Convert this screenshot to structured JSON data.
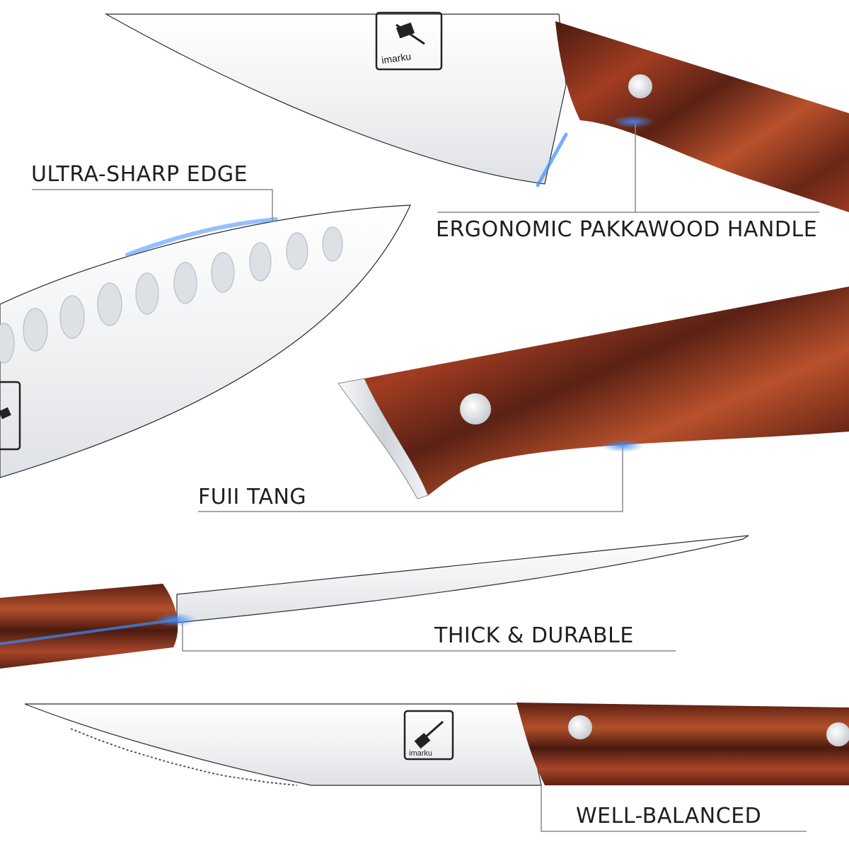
{
  "features": [
    {
      "id": "ultra-sharp-edge",
      "label": "ULTRA-SHARP EDGE"
    },
    {
      "id": "ergonomic-handle",
      "label": "ERGONOMIC PAKKAWOOD HANDLE"
    },
    {
      "id": "full-tang",
      "label": "FUII TANG"
    },
    {
      "id": "thick-durable",
      "label": "THICK & DURABLE"
    },
    {
      "id": "well-balanced",
      "label": "WELL-BALANCED"
    }
  ],
  "brand": {
    "name": "imarku",
    "icon": "chef-knife-logo-icon"
  },
  "colors": {
    "background": "#ffffff",
    "text": "#1e1e1e",
    "callout_line": "#8a8a8a",
    "wood_dark": "#4a1a10",
    "wood_mid": "#8e3420",
    "wood_light": "#c0532e",
    "steel": "#e6e8eb",
    "edge_glow": "#3a8cff"
  }
}
